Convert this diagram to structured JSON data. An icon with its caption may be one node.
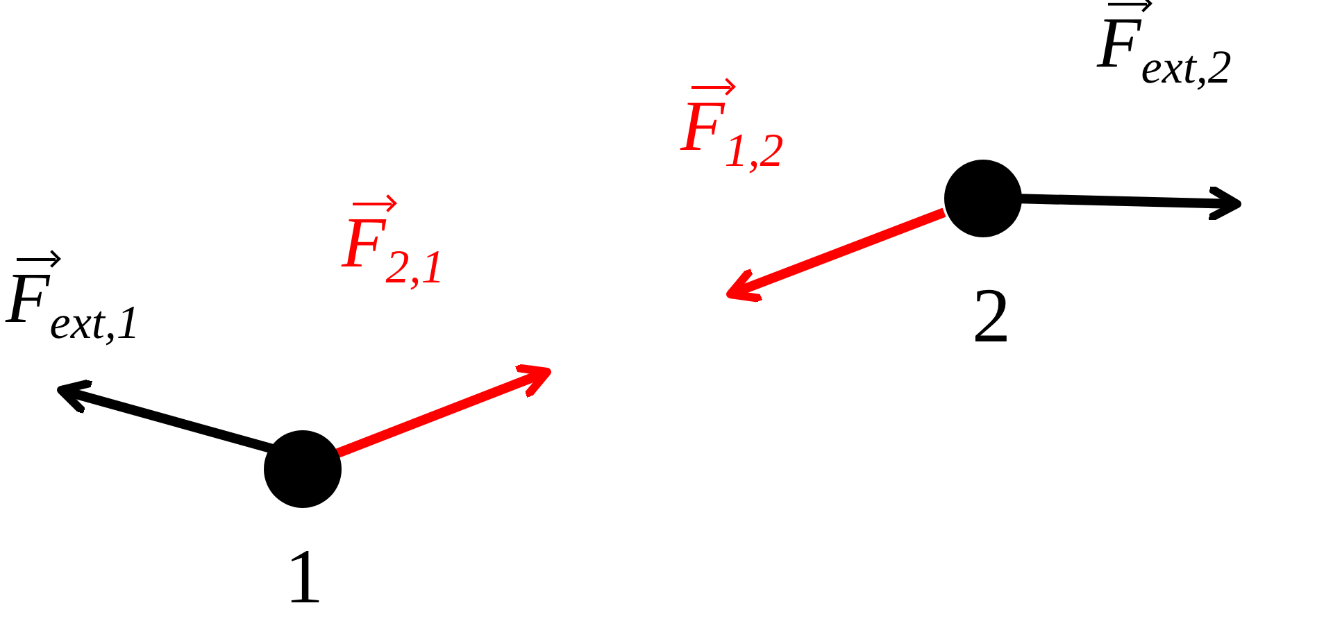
{
  "diagram": {
    "nodes": [
      {
        "text": [],
        "shape": "circle",
        "beside": [
          "1"
        ]
      },
      {
        "text": [],
        "shape": "circle",
        "beside": [
          "2"
        ]
      }
    ],
    "labels": [
      "F$_{ext,1}$",
      "F$_{2,1}$",
      "F$_{1,2}$",
      "F$_{ext,2}$"
    ]
  }
}
